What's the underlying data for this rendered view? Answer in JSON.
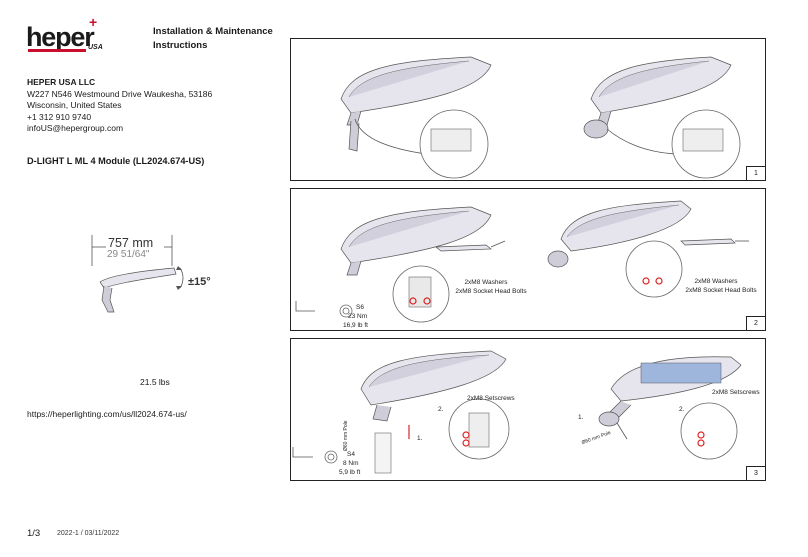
{
  "header": {
    "logo_text": "heper",
    "logo_sub": "USA",
    "document_title_line1": "Installation & Maintenance",
    "document_title_line2": "Instructions"
  },
  "company": {
    "name": "HEPER USA LLC",
    "address_line1": "W227 N546 Westmound Drive Waukesha, 53186",
    "address_line2": "Wisconsin, United States",
    "phone": "+1 312 910 9740",
    "email": "infoUS@hepergroup.com"
  },
  "product": {
    "model": "D-LIGHT L ML 4 Module (LL2024.674-US)",
    "length_mm": "757 mm",
    "length_in": "29 51/64\"",
    "tilt": "±15°",
    "weight": "21.5 lbs",
    "url": "https://heperlighting.com/us/ll2024.674-us/"
  },
  "panels": [
    {
      "number": "1"
    },
    {
      "number": "2",
      "washers_label_a": "2xM8 Washers",
      "bolts_label_a": "2xM8 Socket Head Bolts",
      "washers_label_b": "2xM8 Washers",
      "bolts_label_b": "2xM8 Socket Head Bolts",
      "tool_size": "S6",
      "torque_nm": "23 Nm",
      "torque_lbft": "16,9 lb ft"
    },
    {
      "number": "3",
      "setscrews_label_a": "2xM8 Setscrews",
      "setscrews_label_b": "2xM8 Setscrews",
      "step1": "1.",
      "step2": "2.",
      "step1b": "1.",
      "step2b": "2.",
      "pole_a": "Ø60 mm Pole",
      "pole_b": "Ø60 mm Pole",
      "tool_size": "S4",
      "torque_nm": "8 Nm",
      "torque_lbft": "5,9 lb ft"
    }
  ],
  "footer": {
    "page": "1/3",
    "revision": "2022-1 / 03/11/2022"
  },
  "colors": {
    "brand_red": "#c8102e",
    "panel_border": "#222222"
  }
}
